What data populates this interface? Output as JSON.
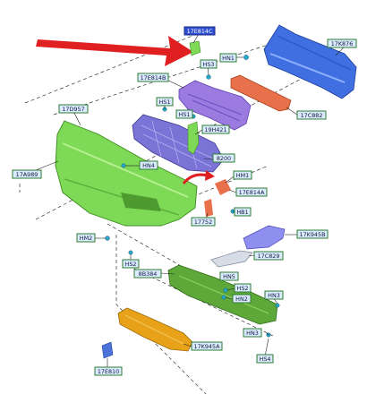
{
  "labels": {
    "fe814c": "17E814C",
    "k876": "17K876",
    "hn1": "HN1",
    "hs3": "HS3",
    "fe814b": "17E814B",
    "c882": "17C882",
    "d957": "17D957",
    "hs1a": "HS1",
    "hs1b": "HS1",
    "h421": "19H421",
    "n8200": "8200",
    "hn4": "HN4",
    "a989": "17A989",
    "hm1": "HM1",
    "fe814a": "17E814A",
    "hb1": "HB1",
    "f752": "17752",
    "hm2": "HM2",
    "k945b": "17K945B",
    "c829": "17C829",
    "hs2a": "HS2",
    "b384": "8B384",
    "hn5": "HN5",
    "hs2b": "HS2",
    "hn2": "HN2",
    "hn3a": "HN3",
    "hn3b": "HN3",
    "k945a": "17K945A",
    "hs4": "HS4",
    "fe810": "17E810"
  },
  "colors": {
    "label_fill": "#dbeafe",
    "label_border": "#2e7d32",
    "highlight_fill": "#2f4fd1",
    "arrow": "#e02020",
    "bumper": "#7ed957",
    "beam": "#3f6fe0",
    "absorber": "#9b7be0",
    "bracket_orange": "#e8704a",
    "grille": "#7a74d6",
    "lower_guard": "#5ea83a",
    "skid_plate": "#e8a21a",
    "fog_trim": "#8f8ff0",
    "clip": "#2aa6c9"
  },
  "highlighted_part": "17E814C",
  "arrow_icon": "red-arrow-icon"
}
